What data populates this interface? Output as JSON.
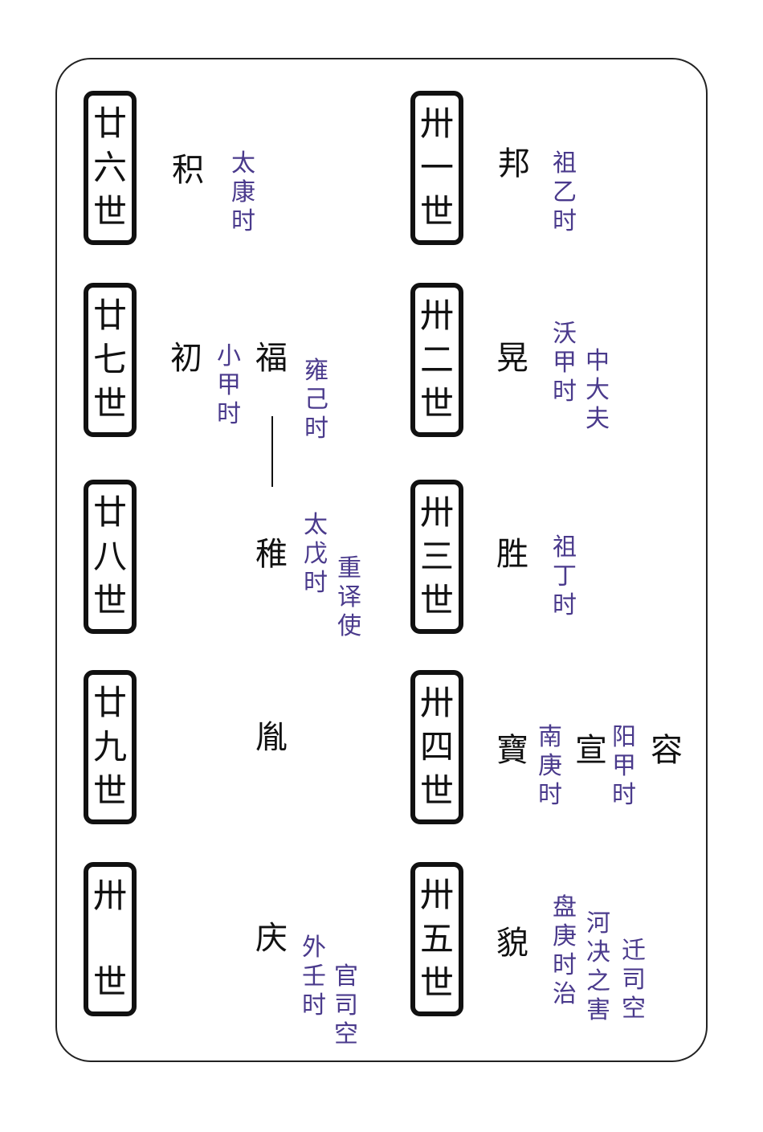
{
  "left_column": [
    {
      "generation": [
        "廿",
        "六",
        "世"
      ],
      "names": [
        "积"
      ],
      "notes": [
        "太康时"
      ]
    },
    {
      "generation": [
        "廿",
        "七",
        "世"
      ],
      "names": [
        "初",
        "福"
      ],
      "notes": [
        "小甲时",
        "雍己时"
      ]
    },
    {
      "generation": [
        "廿",
        "八",
        "世"
      ],
      "names": [
        "稚"
      ],
      "notes": [
        "太戊时",
        "重译使"
      ]
    },
    {
      "generation": [
        "廿",
        "九",
        "世"
      ],
      "names": [
        "胤"
      ],
      "notes": []
    },
    {
      "generation": [
        "卅",
        "",
        "世"
      ],
      "names": [
        "庆"
      ],
      "notes": [
        "外壬时",
        "官司空"
      ]
    }
  ],
  "right_column": [
    {
      "generation": [
        "卅",
        "一",
        "世"
      ],
      "names": [
        "邦"
      ],
      "notes": [
        "祖乙时"
      ]
    },
    {
      "generation": [
        "卅",
        "二",
        "世"
      ],
      "names": [
        "晃"
      ],
      "notes": [
        "沃甲时",
        "中大夫"
      ]
    },
    {
      "generation": [
        "卅",
        "三",
        "世"
      ],
      "names": [
        "胜"
      ],
      "notes": [
        "祖丁时"
      ]
    },
    {
      "generation": [
        "卅",
        "四",
        "世"
      ],
      "names": [
        "寶",
        "宣",
        "容"
      ],
      "notes": [
        "南庚时",
        "阳甲时"
      ]
    },
    {
      "generation": [
        "卅",
        "五",
        "世"
      ],
      "names": [
        "貌"
      ],
      "notes": [
        "盘庚时治",
        "河决之害",
        "迁司空"
      ]
    }
  ],
  "colors": {
    "note": "#4a3a8c",
    "text": "#111111"
  }
}
